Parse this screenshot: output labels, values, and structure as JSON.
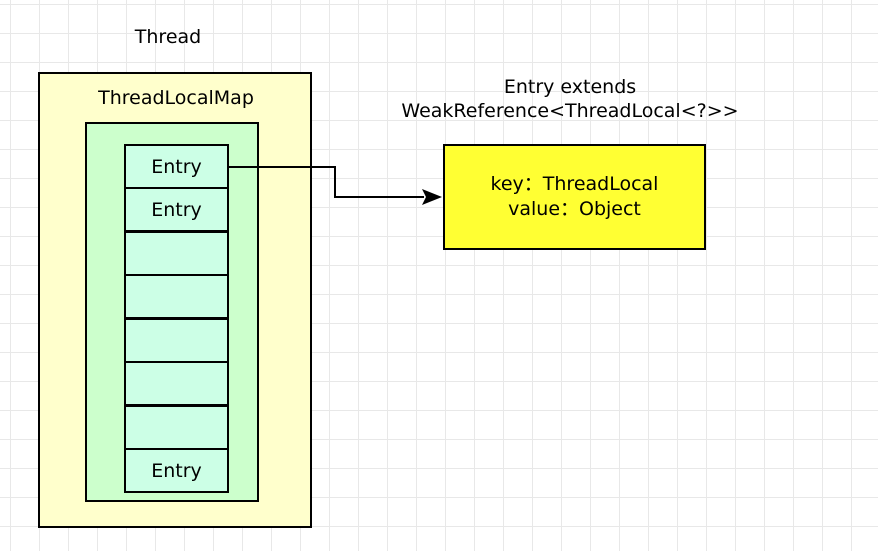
{
  "thread": {
    "label": "Thread"
  },
  "thread_local_map": {
    "label": "ThreadLocalMap"
  },
  "entries": [
    "Entry",
    "Entry",
    "",
    "",
    "",
    "",
    "",
    "Entry"
  ],
  "entry_class": {
    "line1": "Entry extends",
    "line2": "WeakReference<ThreadLocal<?>>",
    "key": "key：ThreadLocal",
    "value": "value：Object"
  }
}
